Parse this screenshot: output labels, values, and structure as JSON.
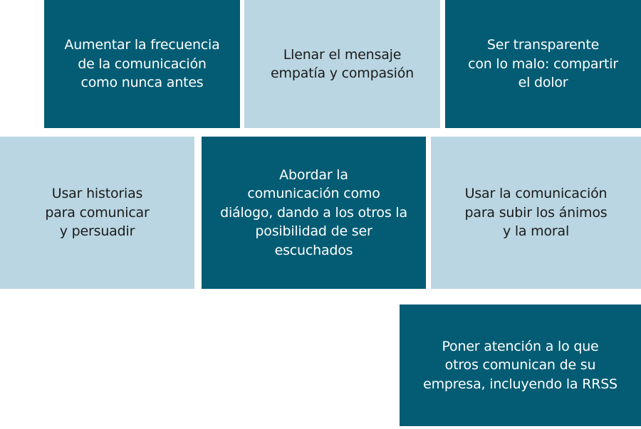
{
  "colors": {
    "dark_tile": "#035c73",
    "light_tile": "#bad6e2",
    "dark_text": "#ffffff",
    "light_text": "#1b1b1b"
  },
  "tiles": [
    {
      "text": "Aumentar la frecuencia\nde la comunicación\ncomo nunca antes",
      "style": "dark"
    },
    {
      "text": "Llenar el mensaje\nempatía y compasión",
      "style": "light"
    },
    {
      "text": "Ser transparente\ncon lo malo: compartir\nel dolor",
      "style": "dark"
    },
    {
      "text": "Usar historias\npara comunicar\ny persuadir",
      "style": "light"
    },
    {
      "text": "Abordar la\ncomunicación como\ndiálogo, dando a los otros la\nposibilidad de ser\nescuchados",
      "style": "dark"
    },
    {
      "text": "Usar la comunicación\npara subir los ánimos\ny la moral",
      "style": "light"
    },
    {
      "text": "Poner atención a lo que\notros comunican de su\nempresa, incluyendo la RRSS",
      "style": "dark"
    }
  ]
}
